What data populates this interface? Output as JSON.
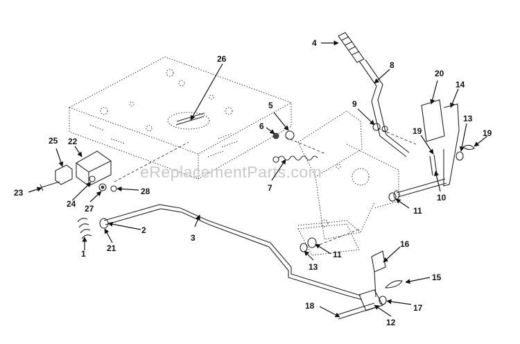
{
  "watermark": "eReplacementParts.com",
  "callouts": {
    "c1": "1",
    "c2": "2",
    "c3": "3",
    "c4": "4",
    "c5": "5",
    "c6": "6",
    "c7": "7",
    "c8": "8",
    "c9": "9",
    "c10": "10",
    "c11a": "11",
    "c11b": "11",
    "c12": "12",
    "c13a": "13",
    "c13b": "13",
    "c14": "14",
    "c15": "15",
    "c16": "16",
    "c17": "17",
    "c18": "18",
    "c19a": "19",
    "c19b": "19",
    "c20": "20",
    "c21": "21",
    "c22": "22",
    "c23": "23",
    "c24": "24",
    "c25": "25",
    "c26": "26",
    "c27": "27",
    "c28": "28"
  }
}
